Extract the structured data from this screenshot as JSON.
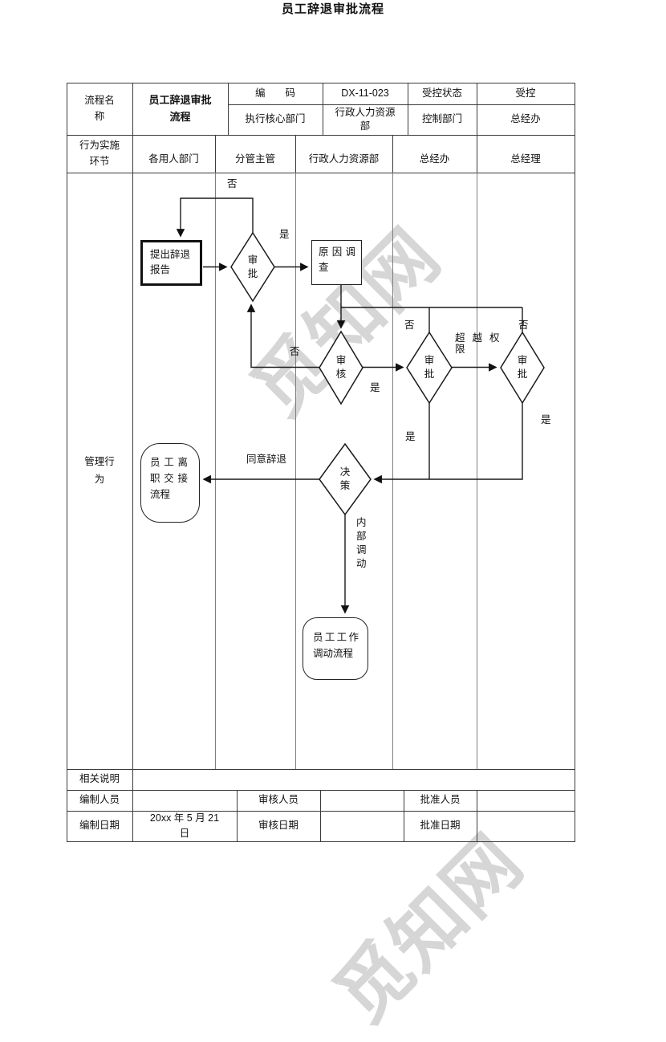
{
  "page": {
    "title": "员工辞退审批流程"
  },
  "header": {
    "name_label": "流程名称",
    "name_value": "员工辞退审批流程",
    "code_label": "编　　码",
    "code_value": "DX-11-023",
    "controlled_label": "受控状态",
    "controlled_value": "受控",
    "core_dept_label": "执行核心部门",
    "core_dept_value": "行政人力资源部",
    "control_dept_label": "控制部门",
    "control_dept_value": "总经办"
  },
  "lanes": {
    "row_label": "行为实施环节",
    "items": [
      "各用人部门",
      "分管主管",
      "行政人力资源部",
      "总经办",
      "总经理"
    ]
  },
  "body_row": {
    "label": "管理行为"
  },
  "flow": {
    "report": "提出辞退报告",
    "approve1": "审批",
    "investigate": "原因调查",
    "review": "审核",
    "approve2": "审批",
    "approve3": "审批",
    "decision": "决策",
    "handover": "员工离职交接流程",
    "transfer": "员工工作调动流程",
    "label_no_top": "否",
    "label_yes_top": "是",
    "label_no_review": "否",
    "label_yes_review": "是",
    "label_no_gm_office": "否",
    "label_no_gm": "否",
    "label_exceed": "超越权限",
    "label_yes_gm_office": "是",
    "label_yes_gm": "是",
    "label_agree": "同意辞退",
    "label_internal": "内部调动"
  },
  "footer": {
    "notes_label": "相关说明",
    "prepared_by_label": "编制人员",
    "reviewed_by_label": "审核人员",
    "approved_by_label": "批准人员",
    "prepared_date_label": "编制日期",
    "prepared_date_value": "20xx 年 5 月 21 日",
    "reviewed_date_label": "审核日期",
    "approved_date_label": "批准日期"
  },
  "watermark": {
    "text": "觅知网"
  }
}
